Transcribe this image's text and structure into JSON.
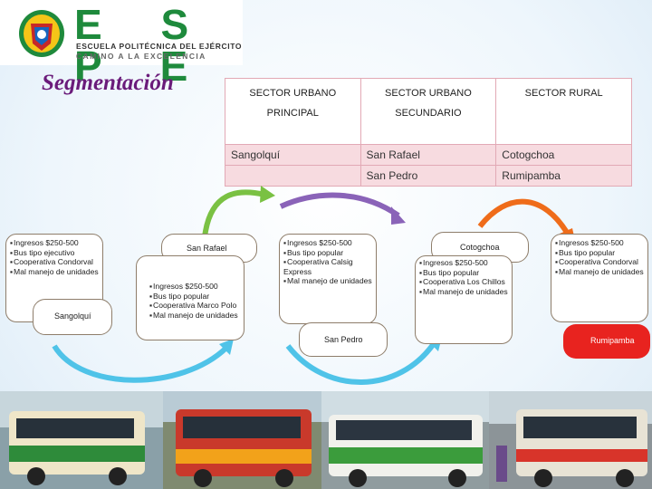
{
  "logo": {
    "letters": "E S P E",
    "line1": "ESCUELA POLITÉCNICA DEL EJÉRCITO",
    "line2": "CAMINO A LA EXCELENCIA"
  },
  "title": "Segmentación",
  "table": {
    "headers": [
      {
        "line1": "SECTOR URBANO",
        "line2": "PRINCIPAL"
      },
      {
        "line1": "SECTOR URBANO",
        "line2": "SECUNDARIO"
      },
      {
        "line1": "SECTOR RURAL",
        "line2": ""
      }
    ],
    "rows": [
      [
        "Sangolquí",
        "San Rafael",
        "Cotogchoa"
      ],
      [
        "",
        "San Pedro",
        "Rumipamba"
      ]
    ]
  },
  "boxes": {
    "sangolqui": {
      "items": [
        "Ingresos $250-500",
        "Bus tipo ejecutivo",
        "Cooperativa Condorval",
        "Mal manejo de unidades"
      ],
      "label": "Sangolquí"
    },
    "san_rafael": {
      "label": "San Rafael",
      "items": [
        "Ingresos $250-500",
        "Bus tipo popular",
        "Cooperativa Marco Polo",
        "Mal manejo de unidades"
      ]
    },
    "san_pedro": {
      "items": [
        "Ingresos $250-500",
        "Bus tipo popular",
        "Cooperativa Calsig Express",
        "Mal manejo de unidades"
      ],
      "label": "San Pedro"
    },
    "cotogchoa": {
      "label": "Cotogchoa",
      "items": [
        "Ingresos $250-500",
        "Bus tipo popular",
        "Cooperativa Los Chillos",
        "Mal manejo de unidades"
      ]
    },
    "rumipamba": {
      "items": [
        "Ingresos $250-500",
        "Bus tipo popular",
        "Cooperativa Condorval",
        "Mal manejo de unidades"
      ],
      "label": "Rumipamba"
    }
  },
  "colors": {
    "green_arrow": "#7ac143",
    "purple_arrow": "#8a63b8",
    "orange_arrow": "#ef6c1a",
    "blue_arrow": "#4fc3e8",
    "red_pill": "#e8231f",
    "table_fill": "#f7dbe0"
  }
}
